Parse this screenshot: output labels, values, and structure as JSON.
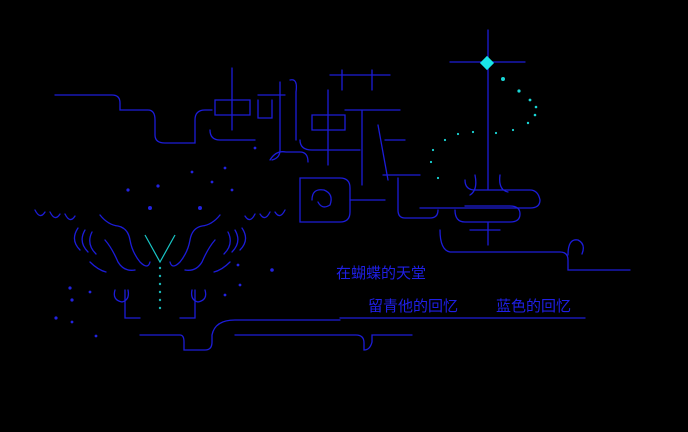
{
  "captions": {
    "line1": "在蝴蝶的天堂",
    "line2": "留青他的回忆",
    "line3": "蓝色的回忆"
  },
  "colors": {
    "background": "#000000",
    "line": "#1c1cd8",
    "caption": "#1f1fe6",
    "accent": "#19e6e6"
  }
}
